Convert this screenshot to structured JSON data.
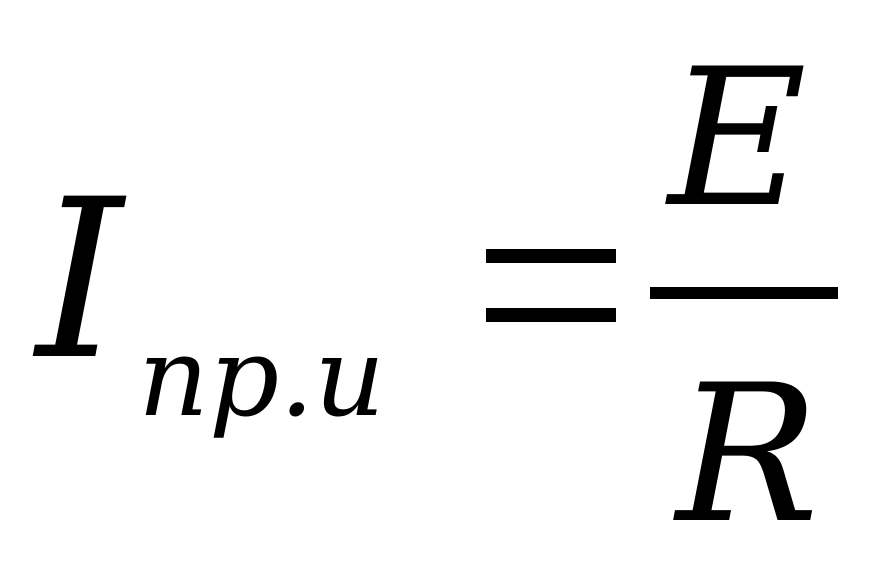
{
  "formula": {
    "lhs_symbol": "I",
    "lhs_subscript": "np.u",
    "numerator": "E",
    "denominator": "R"
  },
  "colors": {
    "background": "#ffffff",
    "ink": "#000000"
  }
}
